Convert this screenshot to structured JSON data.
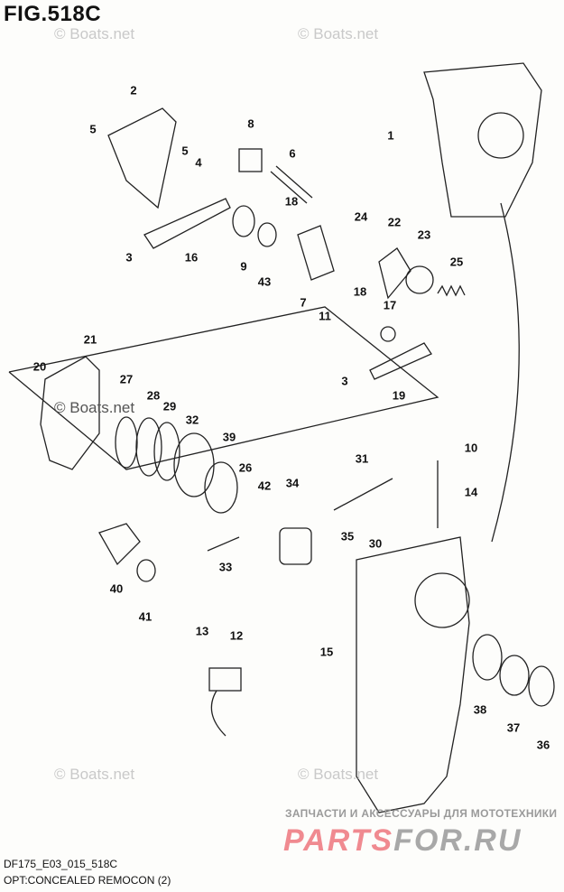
{
  "figure": {
    "title": "FIG.518C",
    "model_code": "DF175_E03_015_518C",
    "description": "OPT:CONCEALED REMOCON (2)"
  },
  "callouts": [
    "1",
    "2",
    "5",
    "5",
    "4",
    "8",
    "6",
    "18",
    "24",
    "22",
    "23",
    "25",
    "3",
    "16",
    "9",
    "43",
    "7",
    "11",
    "18",
    "17",
    "3",
    "19",
    "21",
    "20",
    "27",
    "28",
    "29",
    "32",
    "39",
    "26",
    "42",
    "34",
    "31",
    "10",
    "14",
    "33",
    "35",
    "30",
    "40",
    "41",
    "13",
    "12",
    "15",
    "38",
    "37",
    "36"
  ],
  "watermarks": {
    "boats": "© Boats.net",
    "partsfor_tagline": "ЗАПЧАСТИ И АКСЕССУАРЫ ДЛЯ МОТОТЕХНИКИ",
    "partsfor_logo_a": "PARTS",
    "partsfor_logo_b": "FOR.RU"
  },
  "colors": {
    "logo_red": "#f08a90",
    "logo_gray": "#a8a8a8"
  }
}
